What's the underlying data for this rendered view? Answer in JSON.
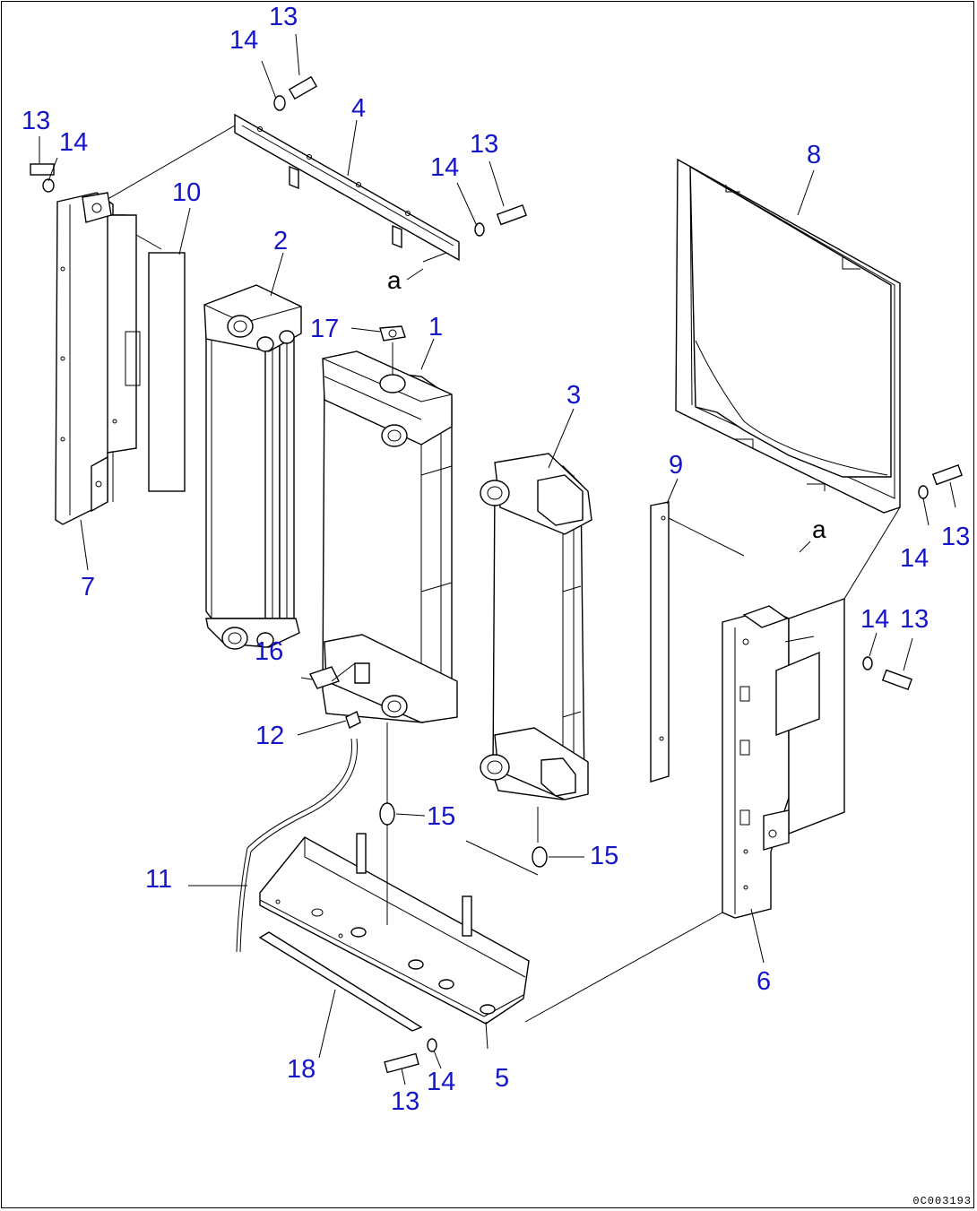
{
  "callouts": {
    "c1": "1",
    "c2": "2",
    "c3": "3",
    "c4": "4",
    "c5": "5",
    "c6": "6",
    "c7": "7",
    "c8": "8",
    "c9": "9",
    "c10": "10",
    "c11": "11",
    "c12": "12",
    "c13_a": "13",
    "c13_b": "13",
    "c13_c": "13",
    "c13_d": "13",
    "c13_e": "13",
    "c13_f": "13",
    "c14_a": "14",
    "c14_b": "14",
    "c14_c": "14",
    "c14_d": "14",
    "c14_e": "14",
    "c14_f": "14",
    "c15_a": "15",
    "c15_b": "15",
    "c16": "16",
    "c17": "17",
    "c18": "18"
  },
  "references": {
    "a_top": "a",
    "a_right": "a"
  },
  "drawing_code": "0C003193",
  "colors": {
    "callout": "#1515c8",
    "line": "#000000",
    "background": "#ffffff"
  }
}
